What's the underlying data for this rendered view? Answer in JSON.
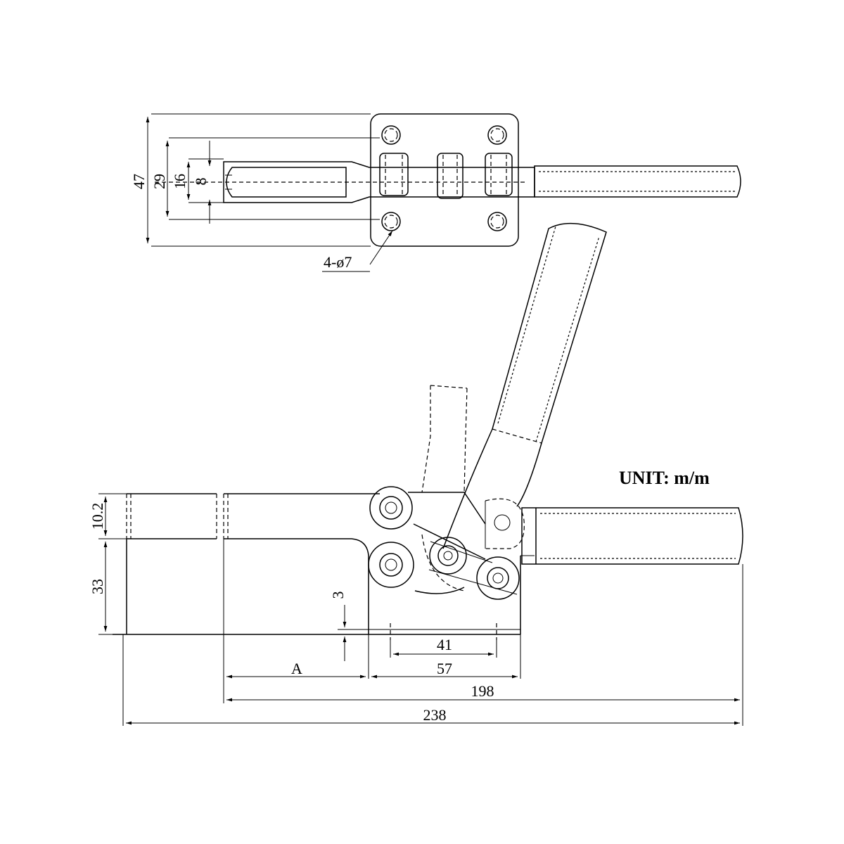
{
  "top_view": {
    "dims": {
      "d47": "47",
      "d29": "29",
      "d16": "16",
      "d8": "8"
    },
    "hole_callout": "4-ø7"
  },
  "side_view": {
    "unit_label": "UNIT: m/m",
    "dims": {
      "d10_2": "10.2",
      "d33": "33",
      "d3": "3",
      "d41": "41",
      "d57": "57",
      "dA": "A",
      "d198": "198",
      "d238": "238"
    }
  }
}
